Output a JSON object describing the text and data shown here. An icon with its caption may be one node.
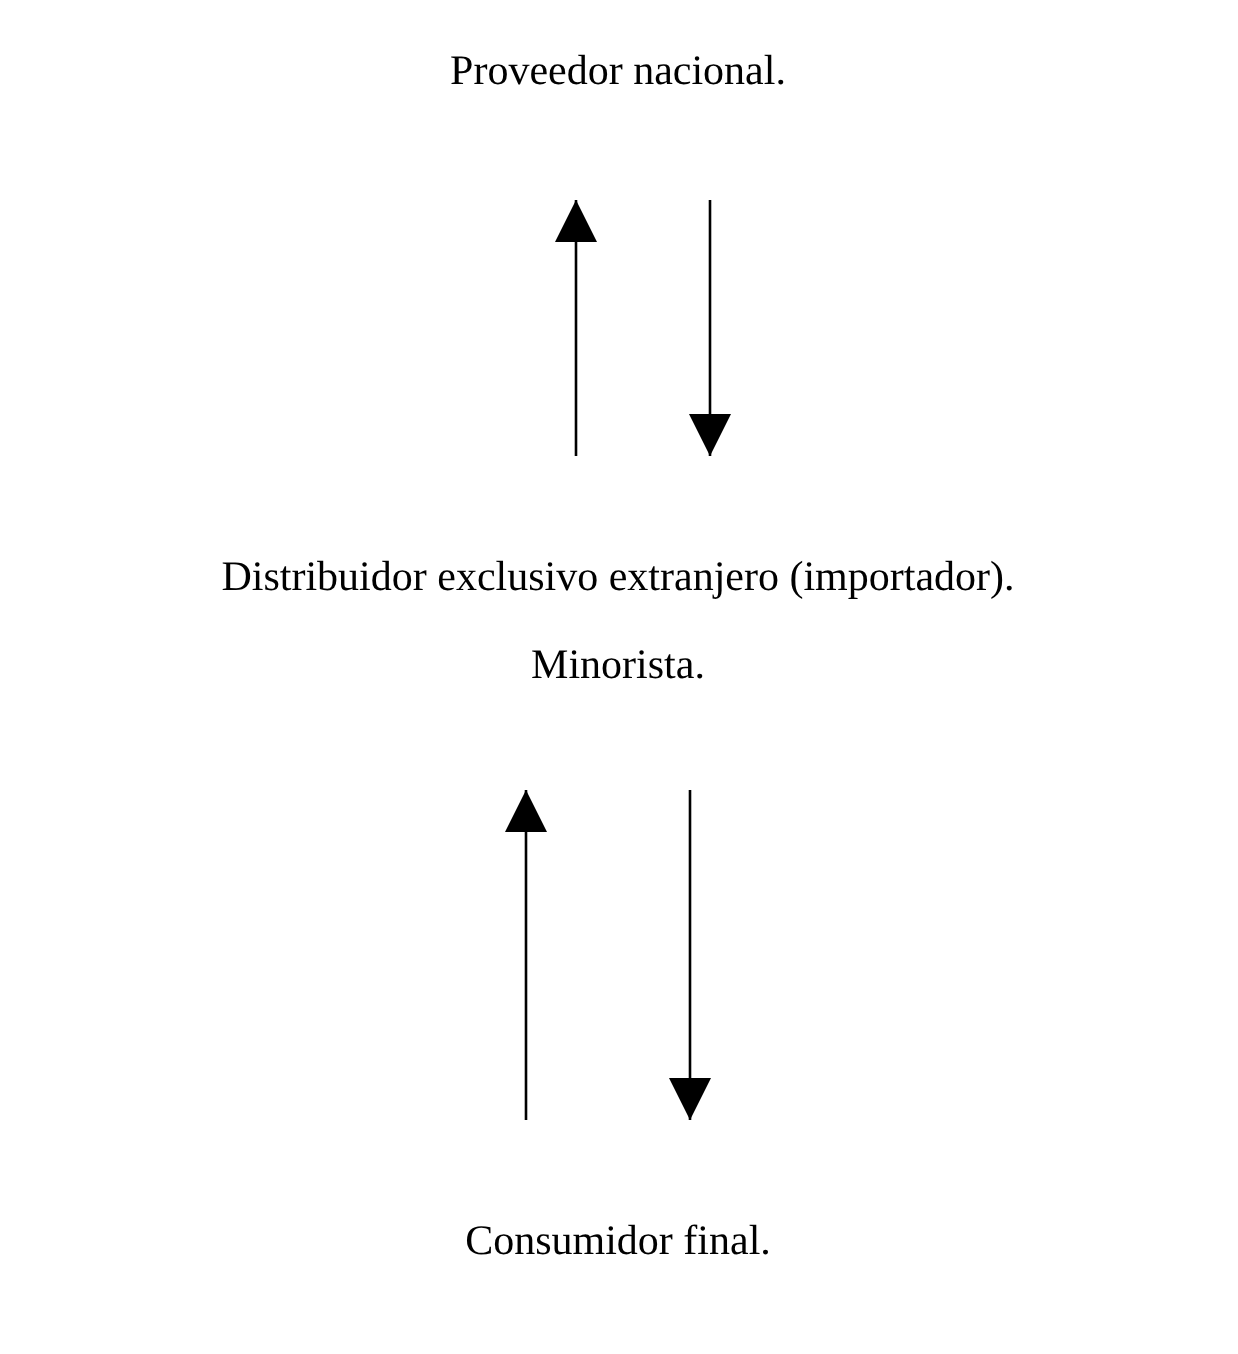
{
  "diagram": {
    "nodes": [
      {
        "text": [
          "Proveedor nacional."
        ]
      },
      {
        "text": [
          "Distribuidor exclusivo extranjero (importador)."
        ]
      },
      {
        "text": [
          "Minorista."
        ]
      },
      {
        "text": [
          "Consumidor final."
        ]
      }
    ],
    "edges": [
      {
        "from": 1,
        "to": 0,
        "arrow": "to"
      },
      {
        "from": 0,
        "to": 1,
        "arrow": "to"
      },
      {
        "from": 3,
        "to": 2,
        "arrow": "to"
      },
      {
        "from": 2,
        "to": 3,
        "arrow": "to"
      }
    ]
  }
}
